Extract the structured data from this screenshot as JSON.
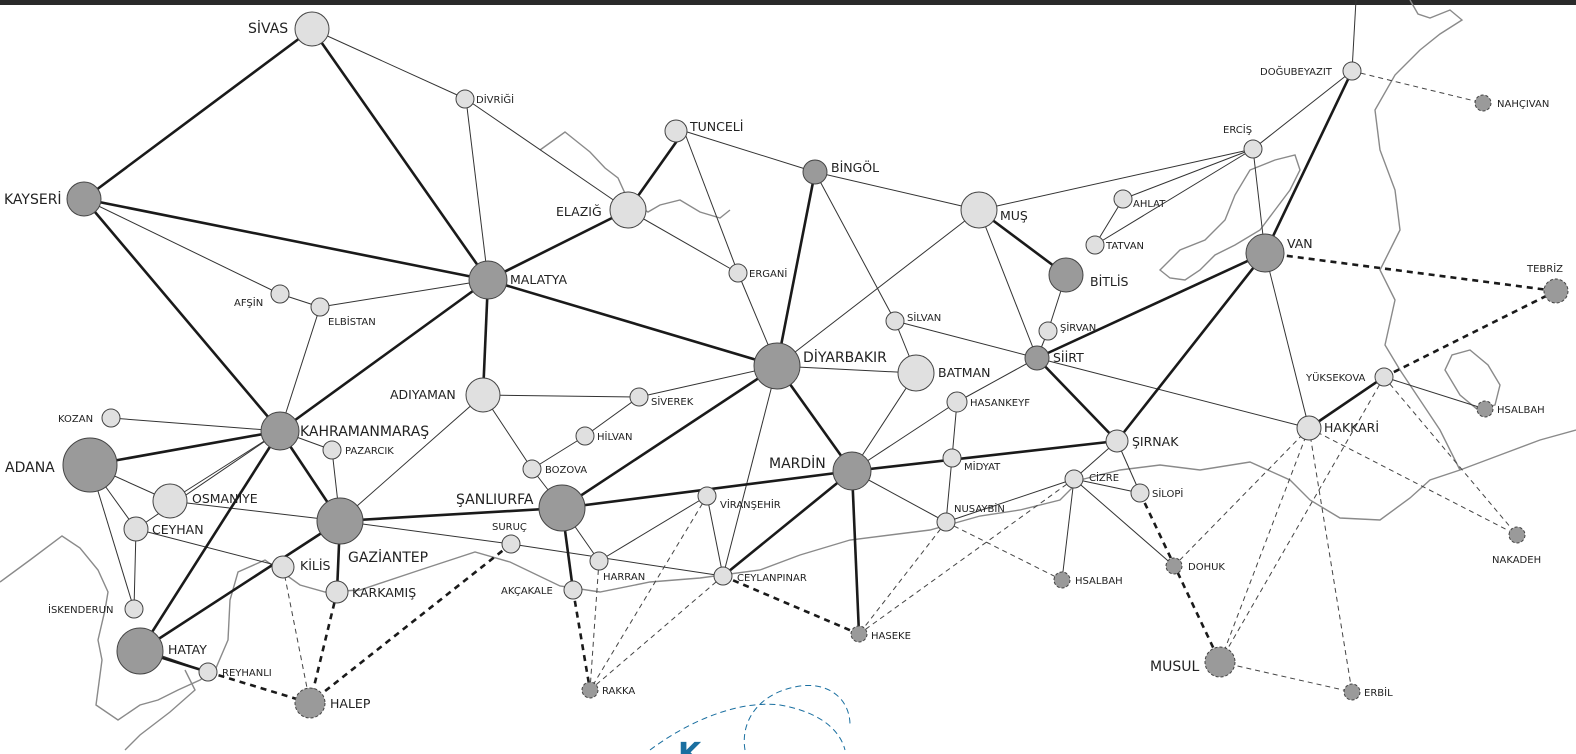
{
  "map": {
    "cities": [
      {
        "id": "sivas",
        "label": "SİVAS",
        "size": "big"
      },
      {
        "id": "divrigi",
        "label": "DİVRİĞİ",
        "size": "sm"
      },
      {
        "id": "tunceli",
        "label": "TUNCELİ",
        "size": "mid"
      },
      {
        "id": "bingol",
        "label": "BİNGÖL",
        "size": "mid"
      },
      {
        "id": "kayseri",
        "label": "KAYSERİ",
        "size": "big"
      },
      {
        "id": "elazig",
        "label": "ELAZIĞ",
        "size": "big"
      },
      {
        "id": "malatya",
        "label": "MALATYA",
        "size": "big"
      },
      {
        "id": "ergani",
        "label": "ERGANİ",
        "size": "sm"
      },
      {
        "id": "mus",
        "label": "MUŞ",
        "size": "big"
      },
      {
        "id": "ahlat",
        "label": "AHLAT",
        "size": "sm"
      },
      {
        "id": "tatvan",
        "label": "TATVAN",
        "size": "sm"
      },
      {
        "id": "bitlis",
        "label": "BİTLİS",
        "size": "big"
      },
      {
        "id": "ercis",
        "label": "ERCİŞ",
        "size": "sm"
      },
      {
        "id": "dogubeyazit",
        "label": "DOĞUBEYAZIT",
        "size": "sm"
      },
      {
        "id": "nahcivan",
        "label": "NAHÇIVAN",
        "size": "sm"
      },
      {
        "id": "van",
        "label": "VAN",
        "size": "big"
      },
      {
        "id": "tebriz",
        "label": "TEBRİZ",
        "size": "mid"
      },
      {
        "id": "afsin",
        "label": "AFŞİN",
        "size": "sm"
      },
      {
        "id": "elbistan",
        "label": "ELBİSTAN",
        "size": "sm"
      },
      {
        "id": "silvan",
        "label": "SİLVAN",
        "size": "sm"
      },
      {
        "id": "sirvan",
        "label": "ŞİRVAN",
        "size": "sm"
      },
      {
        "id": "siirt",
        "label": "SİİRT",
        "size": "big"
      },
      {
        "id": "diyarbakir",
        "label": "DİYARBAKIR",
        "size": "big"
      },
      {
        "id": "batman",
        "label": "BATMAN",
        "size": "big"
      },
      {
        "id": "hasankeyf",
        "label": "HASANKEYF",
        "size": "sm"
      },
      {
        "id": "yuksekova",
        "label": "YÜKSEKOVA",
        "size": "sm"
      },
      {
        "id": "hsalbah_e",
        "label": "HSALBAH",
        "size": "sm"
      },
      {
        "id": "hakkari",
        "label": "HAKKARİ",
        "size": "mid"
      },
      {
        "id": "kozan",
        "label": "KOZAN",
        "size": "sm"
      },
      {
        "id": "adiyaman",
        "label": "ADIYAMAN",
        "size": "big"
      },
      {
        "id": "siverek",
        "label": "SİVEREK",
        "size": "sm"
      },
      {
        "id": "kahramanmaras",
        "label": "KAHRAMANMARAŞ",
        "size": "big"
      },
      {
        "id": "pazarcik",
        "label": "PAZARCIK",
        "size": "sm"
      },
      {
        "id": "hilvan",
        "label": "HİLVAN",
        "size": "sm"
      },
      {
        "id": "adana",
        "label": "ADANA",
        "size": "big"
      },
      {
        "id": "bozova",
        "label": "BOZOVA",
        "size": "sm"
      },
      {
        "id": "osmaniye",
        "label": "OSMANİYE",
        "size": "mid"
      },
      {
        "id": "sanliurfa",
        "label": "ŞANLIURFA",
        "size": "big"
      },
      {
        "id": "mardin",
        "label": "MARDİN",
        "size": "big"
      },
      {
        "id": "midyat",
        "label": "MİDYAT",
        "size": "sm"
      },
      {
        "id": "sirnak",
        "label": "ŞIRNAK",
        "size": "mid"
      },
      {
        "id": "cizre",
        "label": "CİZRE",
        "size": "sm"
      },
      {
        "id": "silopi",
        "label": "SİLOPİ",
        "size": "sm"
      },
      {
        "id": "ceyhan",
        "label": "CEYHAN",
        "size": "mid"
      },
      {
        "id": "gaziantep",
        "label": "GAZİANTEP",
        "size": "big"
      },
      {
        "id": "suruc",
        "label": "SURUÇ",
        "size": "sm"
      },
      {
        "id": "viransehir",
        "label": "VİRANŞEHİR",
        "size": "sm"
      },
      {
        "id": "nusaybin",
        "label": "NUSAYBİN",
        "size": "sm"
      },
      {
        "id": "kilis",
        "label": "KİLİS",
        "size": "big"
      },
      {
        "id": "harran",
        "label": "HARRAN",
        "size": "sm"
      },
      {
        "id": "ceylanpinar",
        "label": "CEYLANPINAR",
        "size": "sm"
      },
      {
        "id": "dohuk",
        "label": "DOHUK",
        "size": "sm"
      },
      {
        "id": "hsalbah_s",
        "label": "HSALBAH",
        "size": "sm"
      },
      {
        "id": "nakadeh",
        "label": "NAKADEH",
        "size": "sm"
      },
      {
        "id": "iskenderun",
        "label": "İSKENDERUN",
        "size": "sm"
      },
      {
        "id": "karkamis",
        "label": "KARKAMIŞ",
        "size": "mid"
      },
      {
        "id": "akcakale",
        "label": "AKÇAKALE",
        "size": "sm"
      },
      {
        "id": "haseke",
        "label": "HASEKE",
        "size": "sm"
      },
      {
        "id": "hatay",
        "label": "HATAY",
        "size": "big"
      },
      {
        "id": "reyhanli",
        "label": "REYHANLI",
        "size": "sm"
      },
      {
        "id": "musul",
        "label": "MUSUL",
        "size": "big"
      },
      {
        "id": "rakka",
        "label": "RAKKA",
        "size": "sm"
      },
      {
        "id": "erbil",
        "label": "ERBİL",
        "size": "sm"
      },
      {
        "id": "halep",
        "label": "HALEP",
        "size": "big"
      }
    ],
    "colors": {
      "node_light": "#e0e0e0",
      "node_dark": "#9a9a9a",
      "node_stroke": "#444444",
      "road": "#222222",
      "border": "#888888",
      "logo": "#1a6fa0"
    },
    "logo": {
      "text": "K"
    }
  }
}
